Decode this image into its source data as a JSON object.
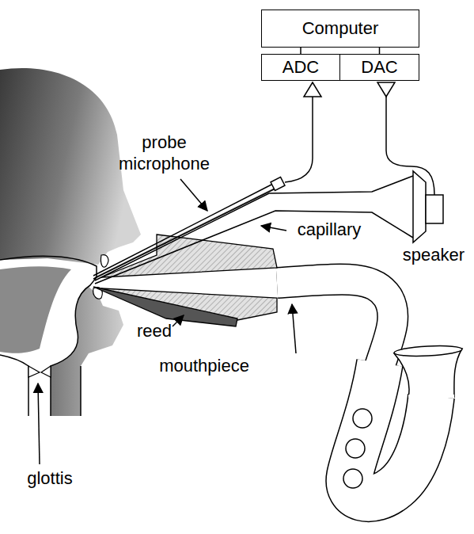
{
  "diagram": {
    "nodes": [
      {
        "text": [
          "Computer"
        ]
      },
      {
        "text": [
          "ADC"
        ]
      },
      {
        "text": [
          "DAC"
        ]
      }
    ],
    "edges": [
      {
        "from": 0,
        "to": 1,
        "arrow": "none"
      },
      {
        "from": 0,
        "to": 2,
        "arrow": "none"
      }
    ],
    "labels": [
      "probe microphone",
      "capillary",
      "speaker",
      "reed",
      "mouthpiece",
      "glottis"
    ]
  }
}
